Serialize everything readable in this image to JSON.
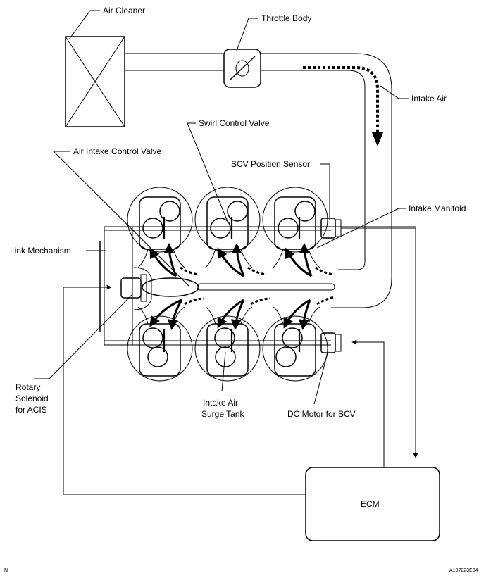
{
  "labels": {
    "air_cleaner": "Air Cleaner",
    "throttle_body": "Throttle Body",
    "intake_air": "Intake Air",
    "swirl_control_valve": "Swirl Control Valve",
    "air_intake_control_valve": "Air Intake Control Valve",
    "scv_position_sensor": "SCV Position Sensor",
    "intake_manifold": "Intake Manifold",
    "link_mechanism": "Link Mechanism",
    "rotary_solenoid_line1": "Rotary",
    "rotary_solenoid_line2": "Solenoid",
    "rotary_solenoid_line3": "for ACIS",
    "surge_tank_line1": "Intake Air",
    "surge_tank_line2": "Surge Tank",
    "dc_motor": "DC Motor for SCV",
    "ecm": "ECM"
  },
  "footer": {
    "left_code": "N",
    "figure_id": "A107223E04"
  }
}
